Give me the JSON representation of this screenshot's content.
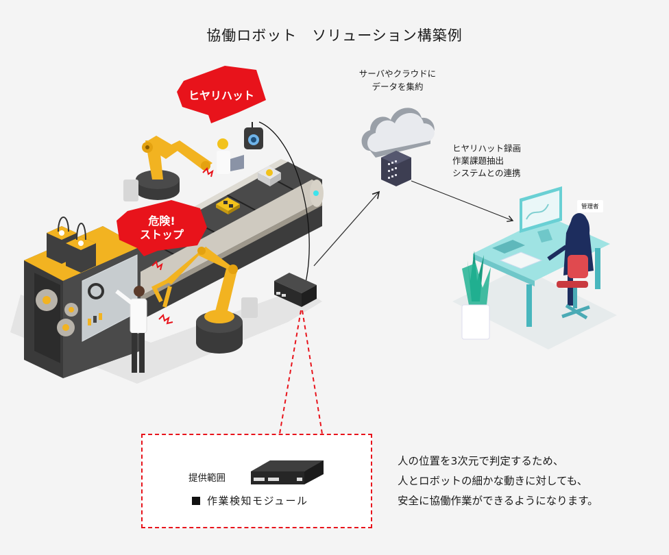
{
  "title": "協働ロボット　ソリューション構築例",
  "cloud": {
    "label_lines": [
      "サーバやクラウドに",
      "データを集約"
    ],
    "icon": "cloud-server-icon"
  },
  "link": {
    "label_lines": [
      "ヒヤリハット録画",
      "作業課題抽出",
      "システムとの連携"
    ]
  },
  "bubbles": {
    "near_miss": "ヒヤリハット",
    "danger_line1": "危険!",
    "danger_line2": "ストップ"
  },
  "admin": {
    "tag": "管理者"
  },
  "scope": {
    "label": "提供範囲",
    "item": "作業検知モジュール"
  },
  "description": {
    "lines": [
      "人の位置を3次元で判定するため、",
      "人とロボットの細かな動きに対しても、",
      "安全に協働作業ができるようになります。"
    ]
  },
  "colors": {
    "background": "#f4f4f4",
    "alert_red": "#e8131b",
    "robot_yellow": "#f2b321",
    "machine_dark": "#3b3b3b",
    "desk_teal": "#7fd6d8",
    "server_navy": "#3d3e52"
  }
}
